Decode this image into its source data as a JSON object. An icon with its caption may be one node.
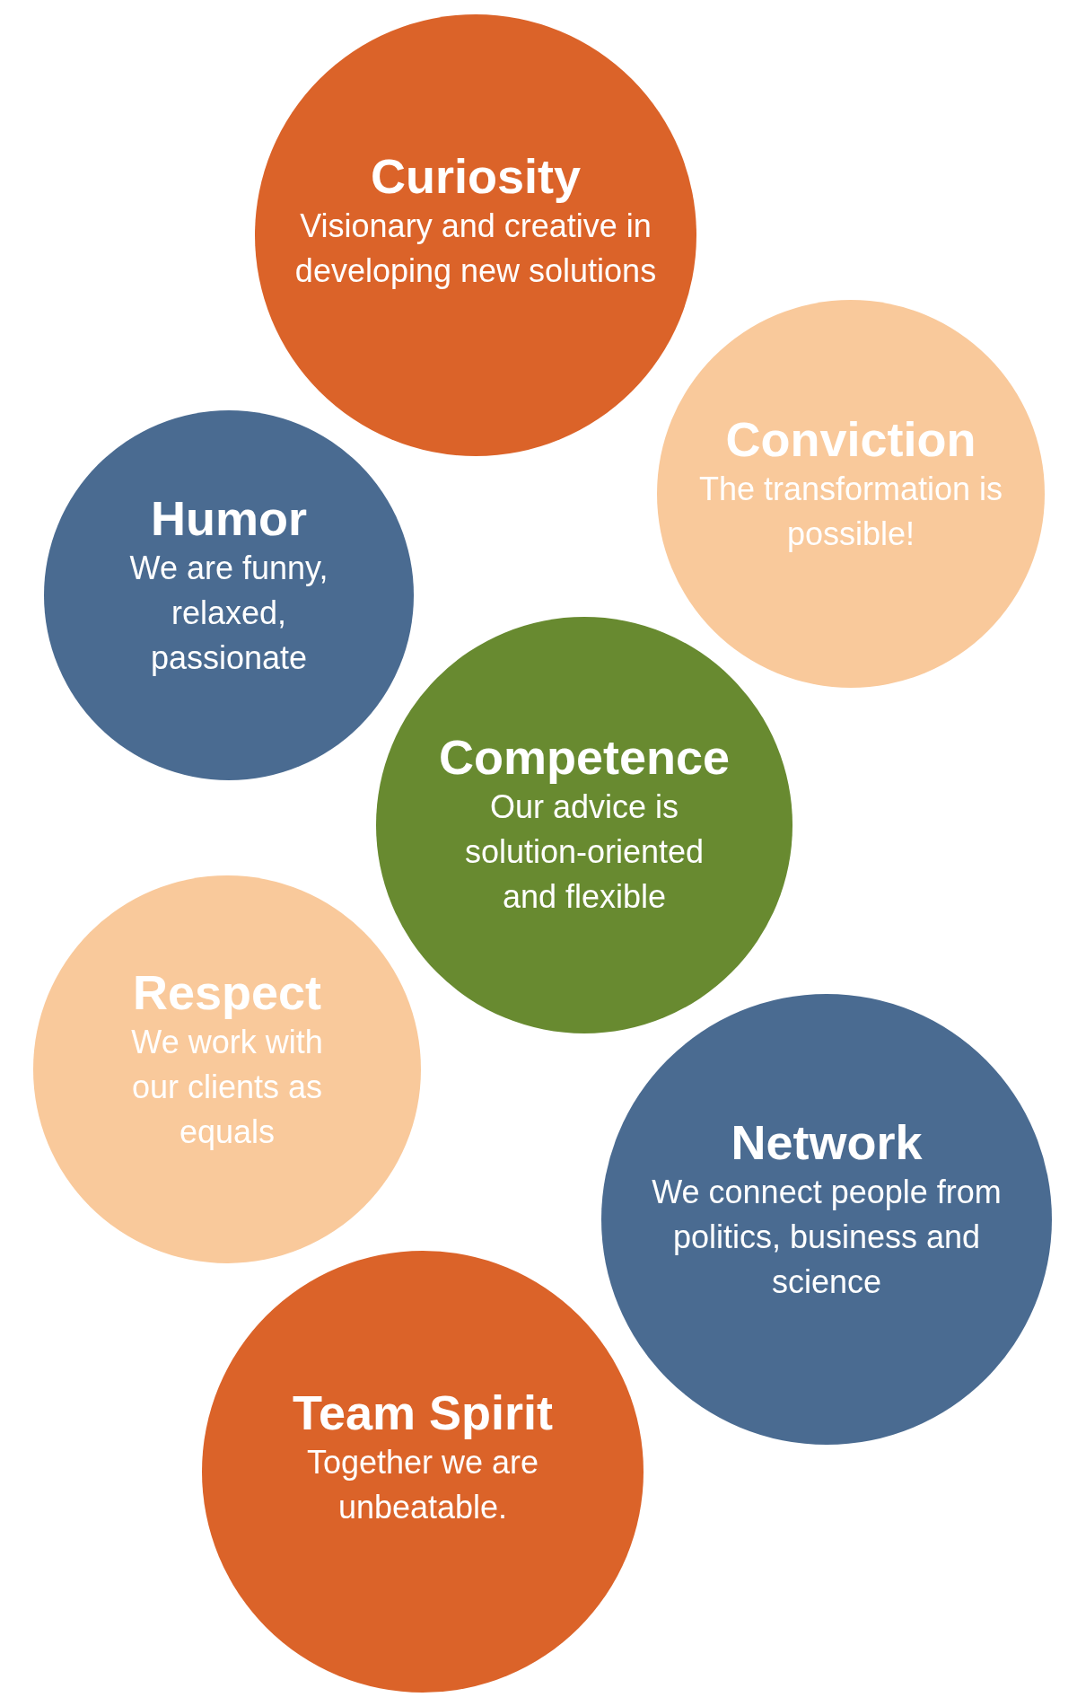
{
  "diagram": {
    "nodes": [
      {
        "text": [
          "Curiosity",
          "Visionary and creative in developing new solutions"
        ]
      },
      {
        "text": [
          "Conviction",
          "The transformation is possible!"
        ]
      },
      {
        "text": [
          "Humor",
          "We are funny, relaxed, passionate"
        ]
      },
      {
        "text": [
          "Competence",
          "Our advice is solution-oriented and flexible"
        ]
      },
      {
        "text": [
          "Respect",
          "We work with our clients as equals"
        ]
      },
      {
        "text": [
          "Network",
          "We connect people from politics, business and science"
        ]
      },
      {
        "text": [
          "Team Spirit",
          "Together we are unbeatable."
        ]
      }
    ]
  }
}
